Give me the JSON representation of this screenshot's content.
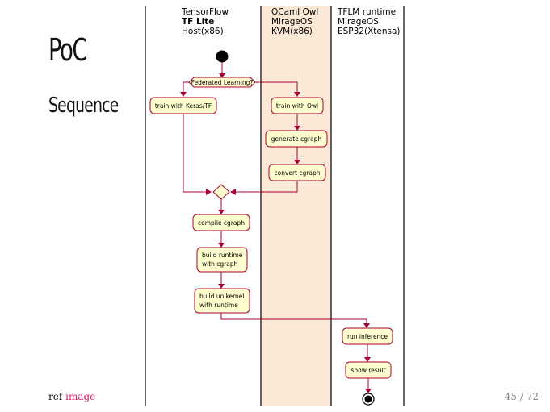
{
  "slide": {
    "title": "PoC",
    "subtitle": "Sequence",
    "footer_prefix": "ref",
    "footer_link": "image",
    "page_number": "45 / 72"
  },
  "swimlanes": [
    {
      "id": "tensorflow",
      "lines": [
        "TensorFlow",
        "TF Lite",
        "Host(x86)"
      ]
    },
    {
      "id": "ocaml",
      "lines": [
        "OCaml Owl",
        "MirageOS",
        "KVM(x86)"
      ]
    },
    {
      "id": "tflm",
      "lines": [
        "TFLM runtime",
        "MirageOS",
        "ESP32(Xtensa)"
      ]
    }
  ],
  "nodes": {
    "decision": "Federated Learning?",
    "train_keras": "train with Keras/TF",
    "train_owl": "train with Owl",
    "generate_cgraph": "generate cgraph",
    "convert_cgraph": "convert cgraph",
    "compile_cgraph": "compile cgraph",
    "build_runtime": [
      "build runtime",
      "with cgraph"
    ],
    "build_unikernel": [
      "build unikernel",
      "with runtime"
    ],
    "run_inference": "run inference",
    "show_result": "show result"
  },
  "colors": {
    "lane_highlight": "#fbe9d6",
    "node_fill": "#fefece",
    "edge": "#a80036",
    "link": "#d1206b"
  }
}
